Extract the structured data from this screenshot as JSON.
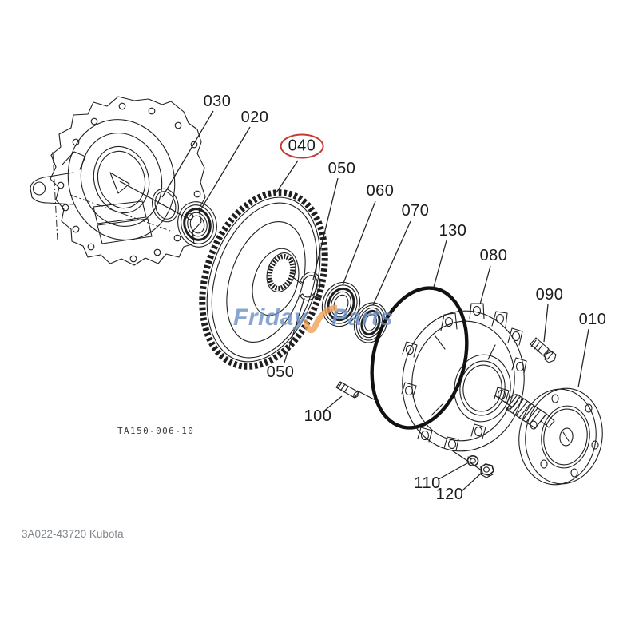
{
  "page": {
    "background": "#ffffff"
  },
  "diagram": {
    "line_color": "#1f1f1f",
    "highlight_color": "#c23a33",
    "drawing_number": "TA150-006-10",
    "footer_code": "3A022-43720 Kubota",
    "watermark": {
      "left": "Friday",
      "right": "Parts",
      "text_color": "#6b90c5",
      "swoosh_color": "#f0a258"
    },
    "callouts": [
      {
        "label": "030",
        "highlighted": false
      },
      {
        "label": "020",
        "highlighted": false
      },
      {
        "label": "040",
        "highlighted": true
      },
      {
        "label": "050",
        "highlighted": false
      },
      {
        "label": "060",
        "highlighted": false
      },
      {
        "label": "070",
        "highlighted": false
      },
      {
        "label": "130",
        "highlighted": false
      },
      {
        "label": "080",
        "highlighted": false
      },
      {
        "label": "090",
        "highlighted": false
      },
      {
        "label": "010",
        "highlighted": false
      },
      {
        "label": "050",
        "highlighted": false
      },
      {
        "label": "100",
        "highlighted": false
      },
      {
        "label": "110",
        "highlighted": false
      },
      {
        "label": "120",
        "highlighted": false
      }
    ]
  }
}
